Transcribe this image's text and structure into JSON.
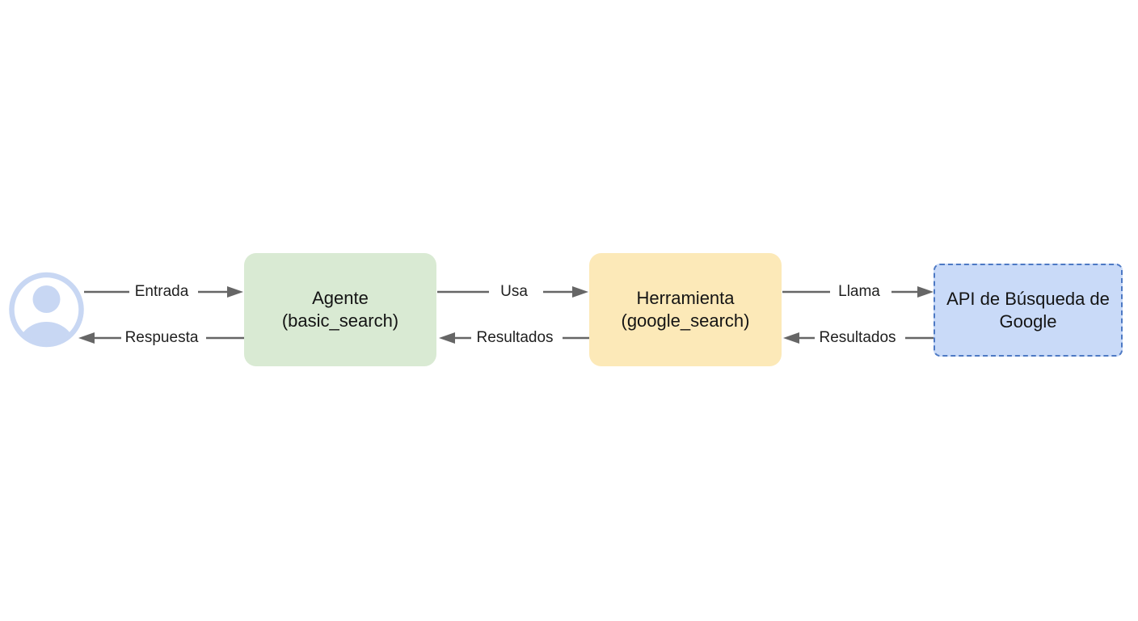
{
  "diagram": {
    "type": "flowchart",
    "background": "#ffffff",
    "nodes": {
      "user": {
        "icon": "user-avatar-icon",
        "color": "#c8d7f3"
      },
      "agent": {
        "title": "Agente",
        "subtitle": "(basic_search)",
        "fill": "#d9ead3"
      },
      "tool": {
        "title": "Herramienta",
        "subtitle": "(google_search)",
        "fill": "#fce9b8"
      },
      "api": {
        "title": "API de Búsqueda de Google",
        "fill": "#c9daf8",
        "border_color": "#4d79c4",
        "border_style": "dashed"
      }
    },
    "edges": [
      {
        "label": "Entrada",
        "from": "user",
        "to": "agent",
        "direction": "right"
      },
      {
        "label": "Respuesta",
        "from": "agent",
        "to": "user",
        "direction": "left"
      },
      {
        "label": "Usa",
        "from": "agent",
        "to": "tool",
        "direction": "right"
      },
      {
        "label": "Resultados",
        "from": "tool",
        "to": "agent",
        "direction": "left"
      },
      {
        "label": "Llama",
        "from": "tool",
        "to": "api",
        "direction": "right"
      },
      {
        "label": "Resultados",
        "from": "api",
        "to": "tool",
        "direction": "left"
      }
    ],
    "colors": {
      "arrow": "#666666",
      "text": "#1f1f1f"
    }
  }
}
